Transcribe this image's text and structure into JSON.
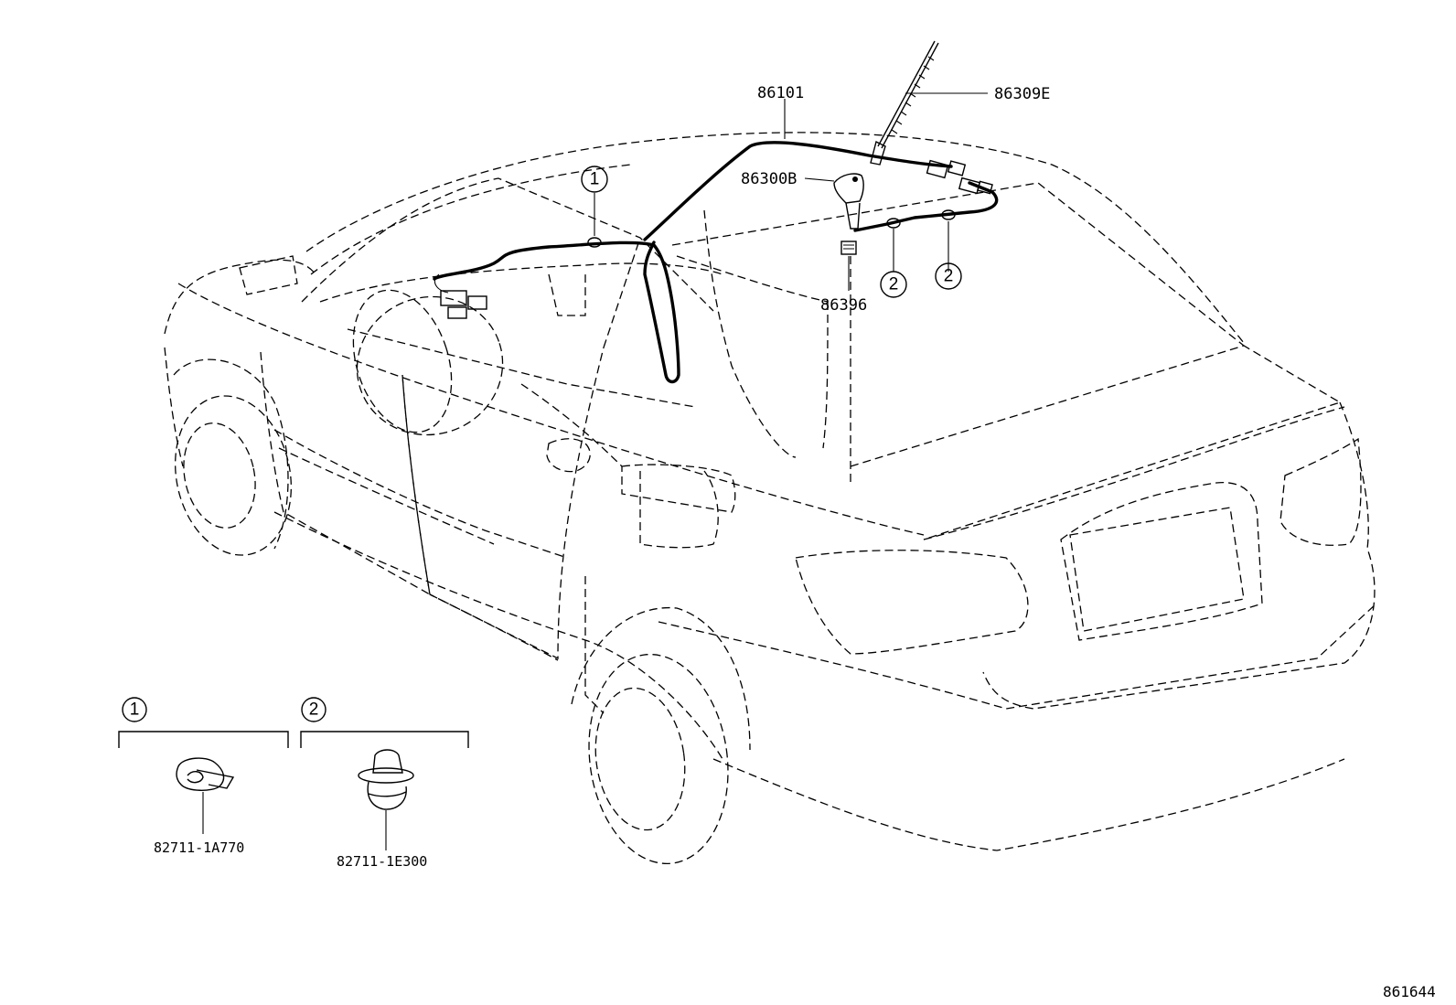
{
  "parts": {
    "cable_main": "86101",
    "antenna_rod": "86309E",
    "antenna_base": "86300B",
    "grommet": "86396",
    "clip_1": "82711-1A770",
    "clip_2": "82711-1E300"
  },
  "callouts": {
    "one": "1",
    "two": "2"
  },
  "legend": {
    "box1_num": "1",
    "box2_num": "2"
  },
  "diagram_code": "861644"
}
